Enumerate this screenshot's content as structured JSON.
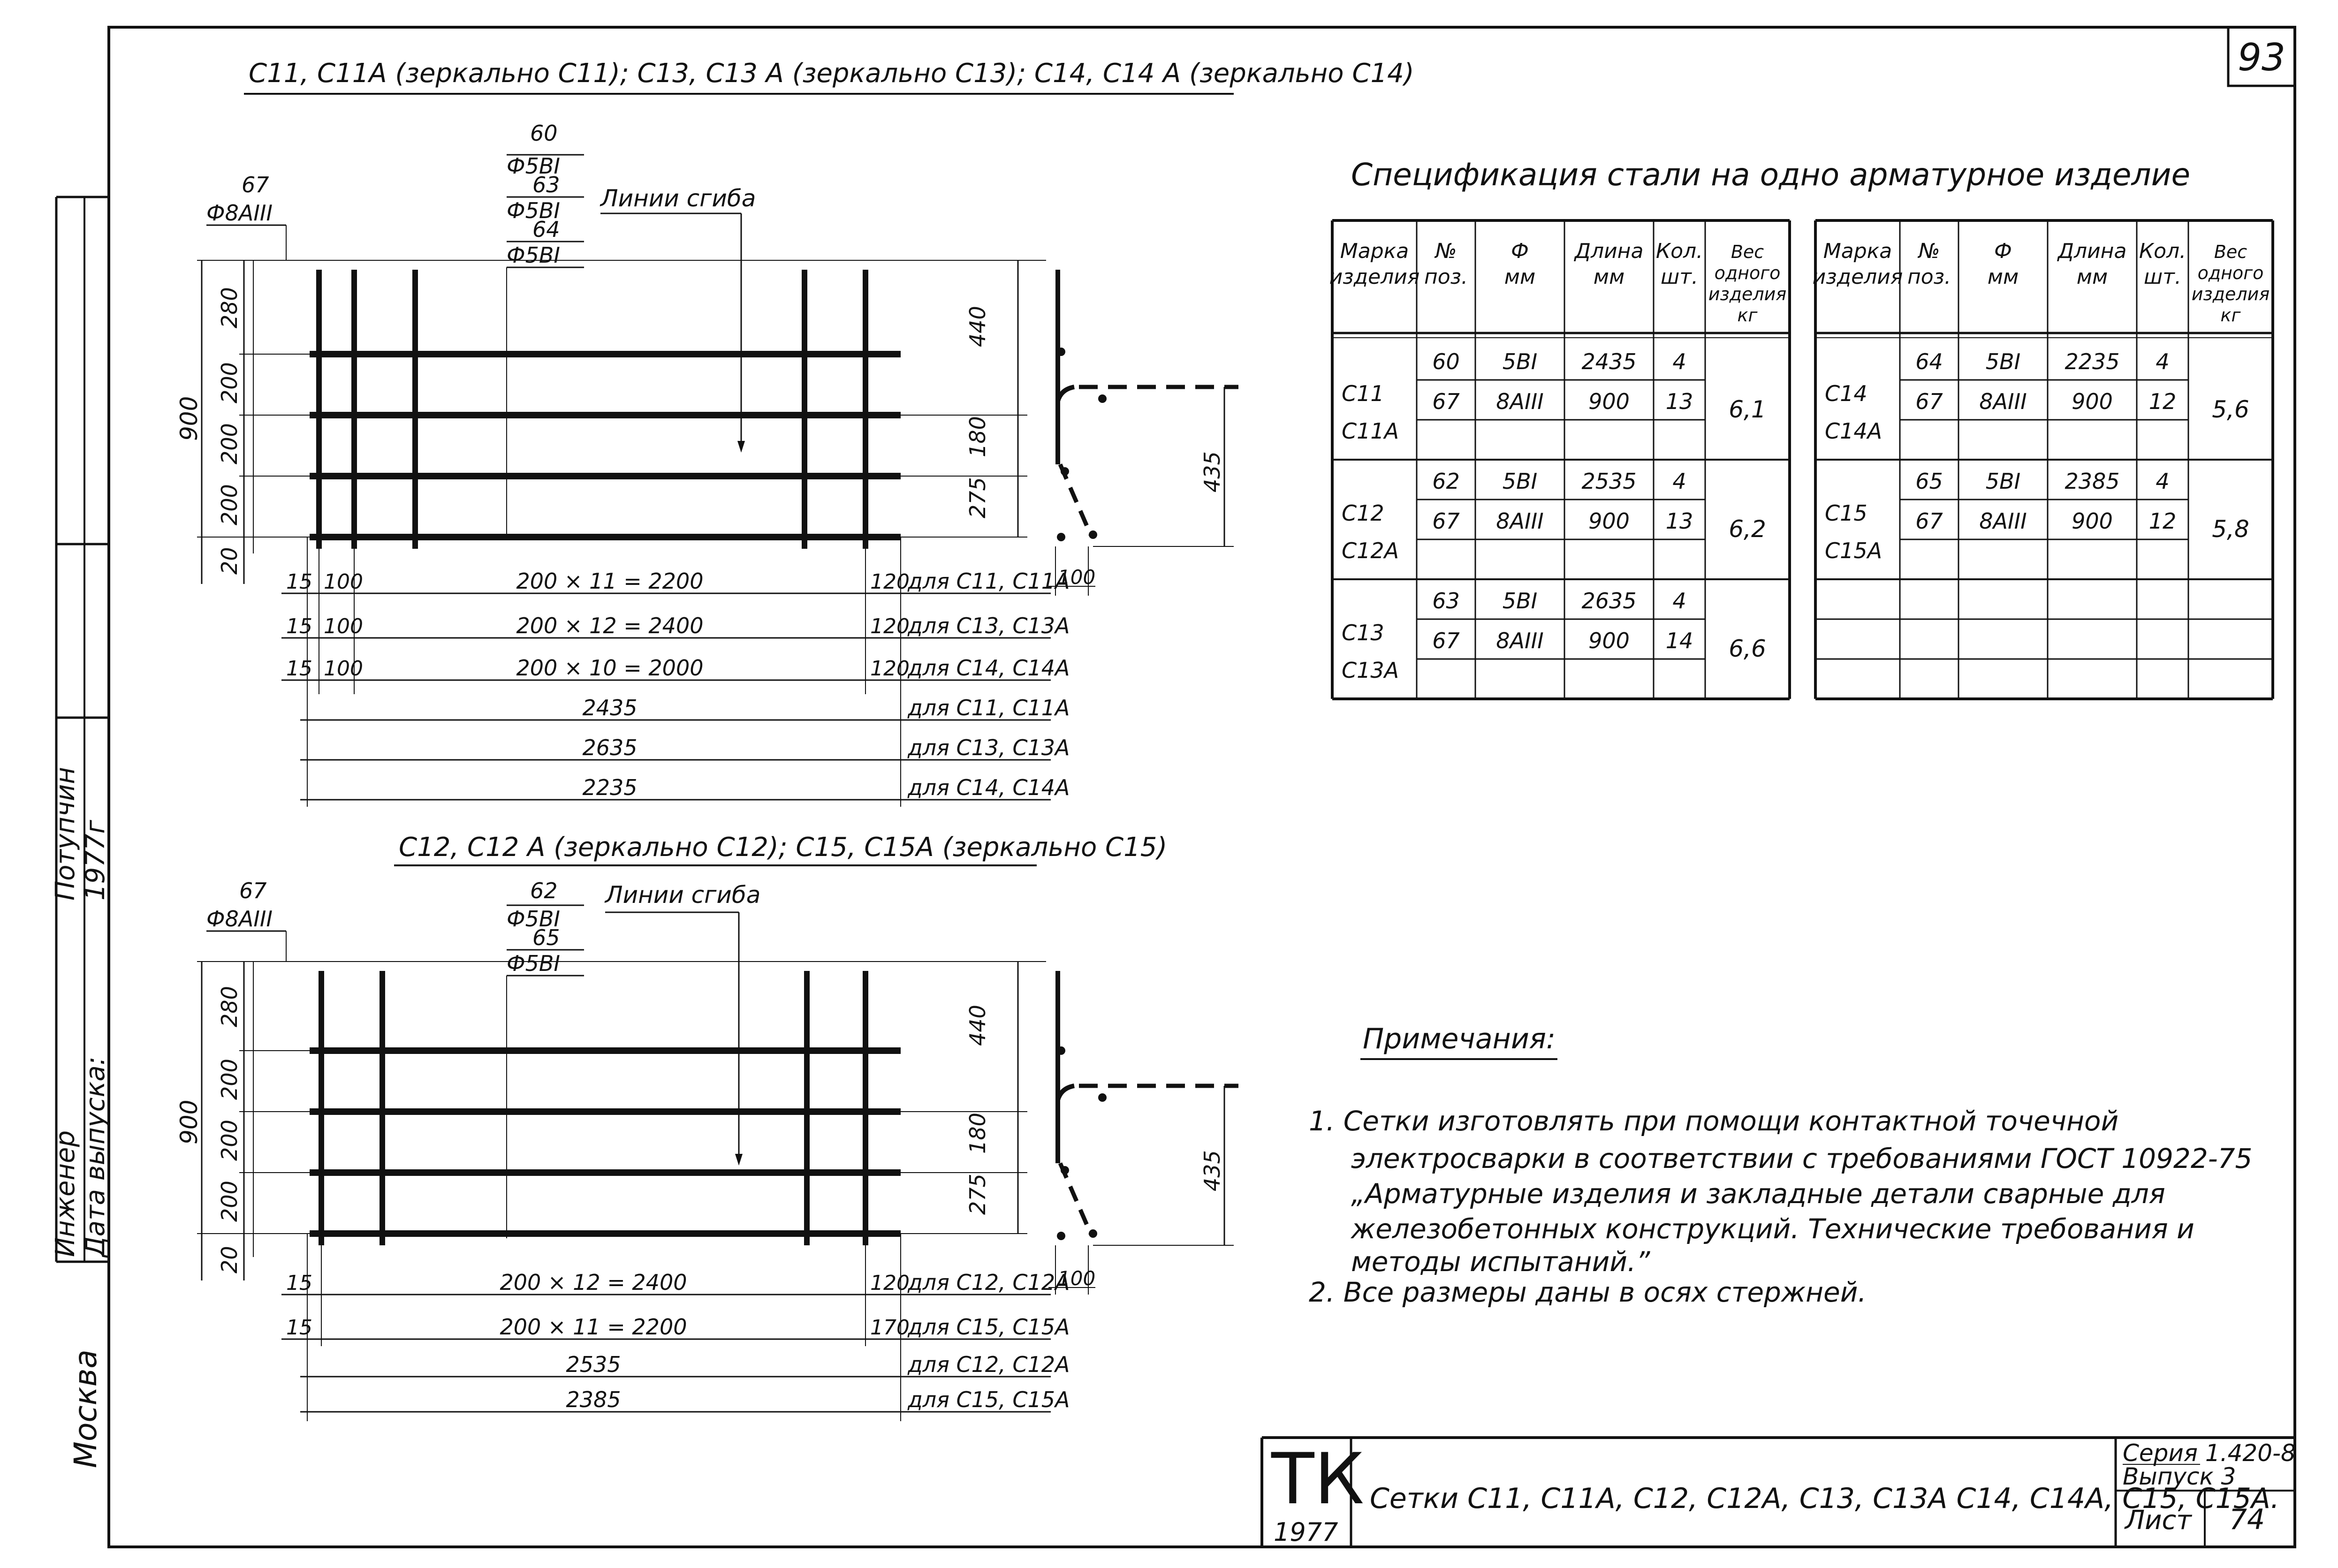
{
  "page_number": "93",
  "side": {
    "engineer_label": "Инженер",
    "engineer_name": "Потупчин",
    "date_label": "Дата выпуска:",
    "date_value": "1977г",
    "city": "Москва"
  },
  "top": {
    "title": "С11, С11А (зеркально С11); С13, С13 А (зеркально С13); С14, С14 А (зеркально С14)",
    "rebar_67": "67",
    "rebar_67_spec": "Ф8АIII",
    "bars_pos": [
      "60",
      "63",
      "64"
    ],
    "bars_spec": "Ф5ВI",
    "bend_label": "Линии сгиба",
    "left_dims": [
      "280",
      "200",
      "200",
      "200",
      "20"
    ],
    "total_height": "900",
    "right_dims": [
      "440",
      "180",
      "275"
    ],
    "profile_dim": "435",
    "profile_base": "100",
    "bottom_rows": [
      {
        "off": "15",
        "start": "100",
        "middle": "200 × 11 = 2200",
        "end": "120",
        "note": "для С11, С11А"
      },
      {
        "off": "15",
        "start": "100",
        "middle": "200 × 12 = 2400",
        "end": "120",
        "note": "для С13, С13А"
      },
      {
        "off": "15",
        "start": "100",
        "middle": "200 × 10 = 2000",
        "end": "120",
        "note": "для С14, С14А"
      }
    ],
    "total_rows": [
      {
        "value": "2435",
        "note": "для С11, С11А"
      },
      {
        "value": "2635",
        "note": "для С13, С13А"
      },
      {
        "value": "2235",
        "note": "для С14, С14А"
      }
    ]
  },
  "bottom": {
    "title": "С12, С12 А (зеркально С12); С15, С15А (зеркально С15)",
    "rebar_67": "67",
    "rebar_67_spec": "Ф8АIII",
    "bars_pos": [
      "62",
      "65"
    ],
    "bars_spec": "Ф5ВI",
    "bend_label": "Линии сгиба",
    "left_dims": [
      "280",
      "200",
      "200",
      "200",
      "20"
    ],
    "total_height": "900",
    "right_dims": [
      "440",
      "180",
      "275"
    ],
    "profile_dim": "435",
    "profile_base": "100",
    "bottom_rows": [
      {
        "off": "15",
        "middle": "200 × 12 = 2400",
        "end": "120",
        "note": "для С12, С12А"
      },
      {
        "off": "15",
        "middle": "200 × 11 = 2200",
        "end": "170",
        "note": "для С15, С15А"
      }
    ],
    "total_rows": [
      {
        "value": "2535",
        "note": "для С12, С12А"
      },
      {
        "value": "2385",
        "note": "для С15, С15А"
      }
    ]
  },
  "spec": {
    "title": "Спецификация стали на одно арматурное изделие",
    "headers": [
      "Марка изделия",
      "№ поз.",
      "Ф мм",
      "Длина мм",
      "Кол. шт.",
      "Вес одного изделия кг"
    ],
    "left_groups": [
      {
        "marks": [
          "С11",
          "С11А"
        ],
        "rows": [
          [
            "60",
            "5ВI",
            "2435",
            "4"
          ],
          [
            "67",
            "8АIII",
            "900",
            "13"
          ]
        ],
        "weight": "6,1"
      },
      {
        "marks": [
          "С12",
          "С12А"
        ],
        "rows": [
          [
            "62",
            "5ВI",
            "2535",
            "4"
          ],
          [
            "67",
            "8АIII",
            "900",
            "13"
          ]
        ],
        "weight": "6,2"
      },
      {
        "marks": [
          "С13",
          "С13А"
        ],
        "rows": [
          [
            "63",
            "5ВI",
            "2635",
            "4"
          ],
          [
            "67",
            "8АIII",
            "900",
            "14"
          ]
        ],
        "weight": "6,6"
      }
    ],
    "right_groups": [
      {
        "marks": [
          "С14",
          "С14А"
        ],
        "rows": [
          [
            "64",
            "5ВI",
            "2235",
            "4"
          ],
          [
            "67",
            "8АIII",
            "900",
            "12"
          ]
        ],
        "weight": "5,6"
      },
      {
        "marks": [
          "С15",
          "С15А"
        ],
        "rows": [
          [
            "65",
            "5ВI",
            "2385",
            "4"
          ],
          [
            "67",
            "8АIII",
            "900",
            "12"
          ]
        ],
        "weight": "5,8"
      }
    ]
  },
  "notes": {
    "title": "Примечания:",
    "items": [
      "1.  Сетки изготовлять при помощи контактной точечной",
      "электросварки в соответствии с требованиями ГОСТ 10922-75",
      "„Арматурные изделия и закладные детали сварные для",
      "железобетонных конструкций. Технические требования и",
      "методы испытаний.”",
      "2.  Все размеры даны в осях стержней."
    ]
  },
  "stamp": {
    "logo": "ТК",
    "year": "1977",
    "title": "Сетки С11, С11А, С12, С12А, С13, С13А С14, С14А, С15, С15А.",
    "series": "Серия 1.420-8",
    "issue": "Выпуск 3",
    "sheet_label": "Лист",
    "sheet_no": "74"
  }
}
